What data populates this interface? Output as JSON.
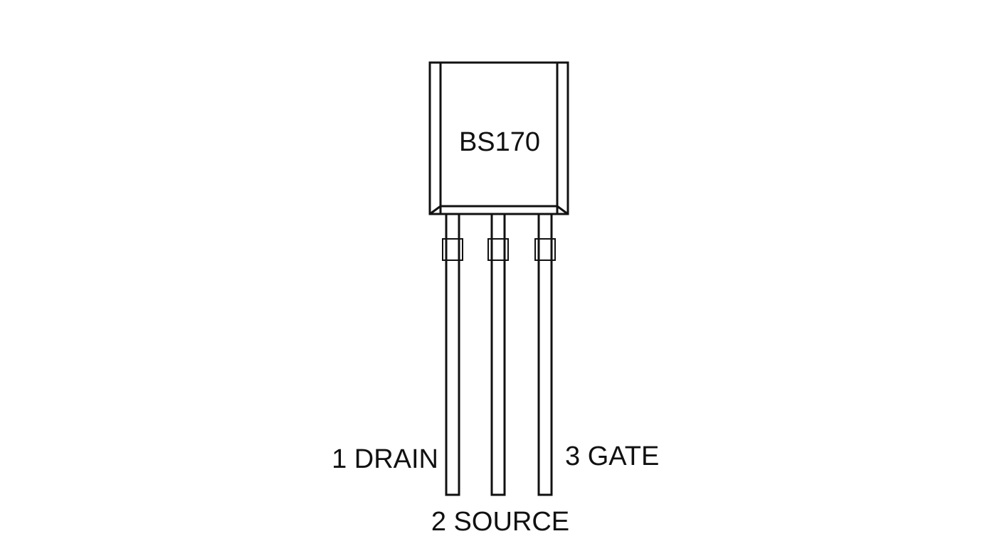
{
  "component": {
    "part_number": "BS170"
  },
  "pins": [
    {
      "label": "1 DRAIN"
    },
    {
      "label": "2 SOURCE"
    },
    {
      "label": "3 GATE"
    }
  ]
}
